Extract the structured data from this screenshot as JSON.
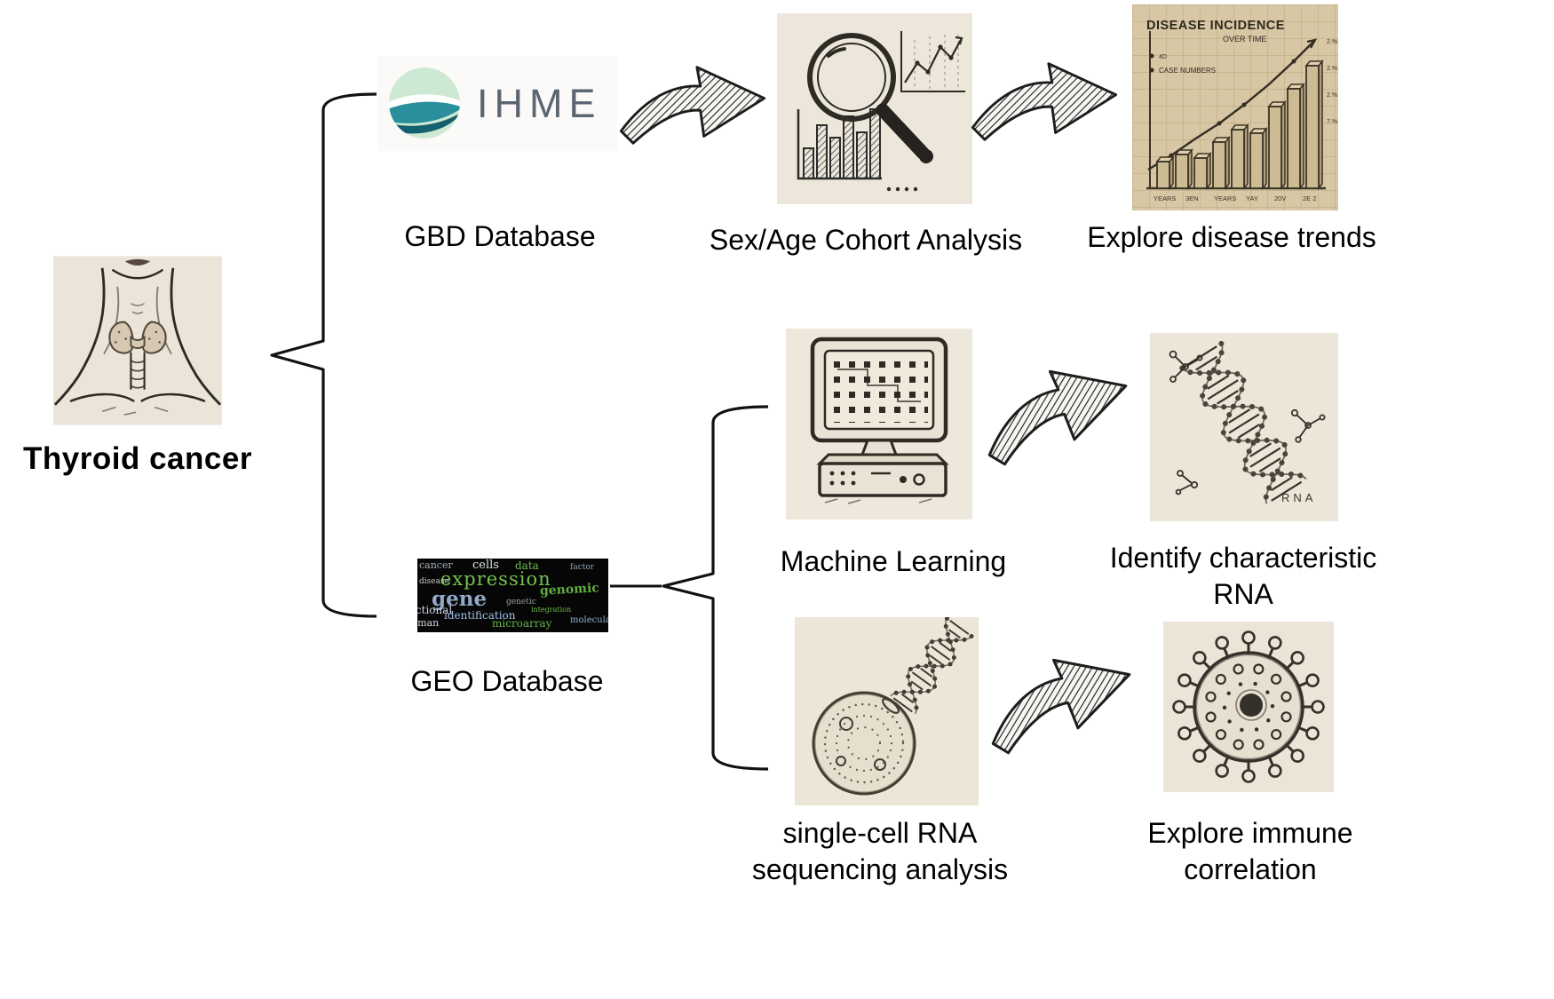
{
  "diagram_title": "Thyroid cancer",
  "branch_gbd": {
    "logo_text": "IHME",
    "database_label": "GBD Database",
    "analysis_label": "Sex/Age Cohort Analysis",
    "outcome_label": "Explore disease trends",
    "trends_chart": {
      "title": "DISEASE INCIDENCE",
      "subtitle": "OVER TIME",
      "legend_item1": "4D",
      "legend_item2": "CASE NUMBERS",
      "x_labels": [
        "YEARS",
        "3EN",
        "YEARS",
        "YAY",
        "20V",
        "2E 2"
      ],
      "y_labels": [
        "2.%",
        "2.%",
        "2.%",
        "7.%"
      ],
      "bar_values": [
        30,
        38,
        34,
        52,
        66,
        62,
        92,
        112,
        138
      ]
    }
  },
  "branch_geo": {
    "database_label": "GEO Database",
    "collage_words": [
      "cancer",
      "cells",
      "data",
      "factor",
      "expression",
      "disease",
      "genomic",
      "gene",
      "genetic",
      "functional",
      "identification",
      "integration",
      "human",
      "microarray",
      "molecular"
    ],
    "ml_label": "Machine Learning",
    "rna_outcome_line1": "Identify characteristic",
    "rna_outcome_line2": "RNA",
    "rna_caption": "RNA",
    "sc_label_line1": "single-cell RNA",
    "sc_label_line2": "sequencing analysis",
    "immune_line1": "Explore immune",
    "immune_line2": "correlation"
  },
  "sketch_data": {
    "cohort_bar_values": [
      34,
      60,
      46,
      70,
      52,
      78
    ]
  },
  "colors": {
    "ink": "#2e2a24",
    "paper": "#ece6d8",
    "tan_chart": "#d8c7a4",
    "ihme_teal": "#2a8f9c",
    "ihme_mint": "#cde9d3",
    "geo_green": "#6fbf4a",
    "geo_blue": "#93a9c9"
  }
}
